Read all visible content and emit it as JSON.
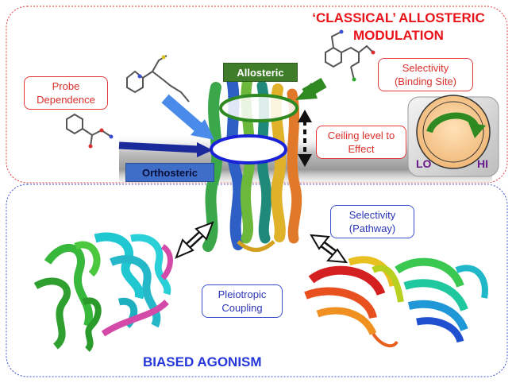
{
  "classical": {
    "title": "‘CLASSICAL’ ALLOSTERIC\nMODULATION",
    "allosteric_tag": "Allosteric",
    "orthosteric_tag": "Orthosteric",
    "probe_dependence": "Probe\nDependence",
    "selectivity_binding": "Selectivity\n(Binding Site)",
    "ceiling_level": "Ceiling level to\nEffect",
    "dial": {
      "lo": "LO",
      "hi": "HI"
    }
  },
  "biased": {
    "title": "BIASED AGONISM",
    "selectivity_pathway": "Selectivity\n(Pathway)",
    "pleiotropic": "Pleiotropic\nCoupling"
  },
  "colors": {
    "red_frame": "#e23a3a",
    "blue_frame": "#3a4fd0",
    "green": "#2f8a22",
    "navy": "#1a2a9a",
    "light_blue": "#4a8ae8"
  }
}
